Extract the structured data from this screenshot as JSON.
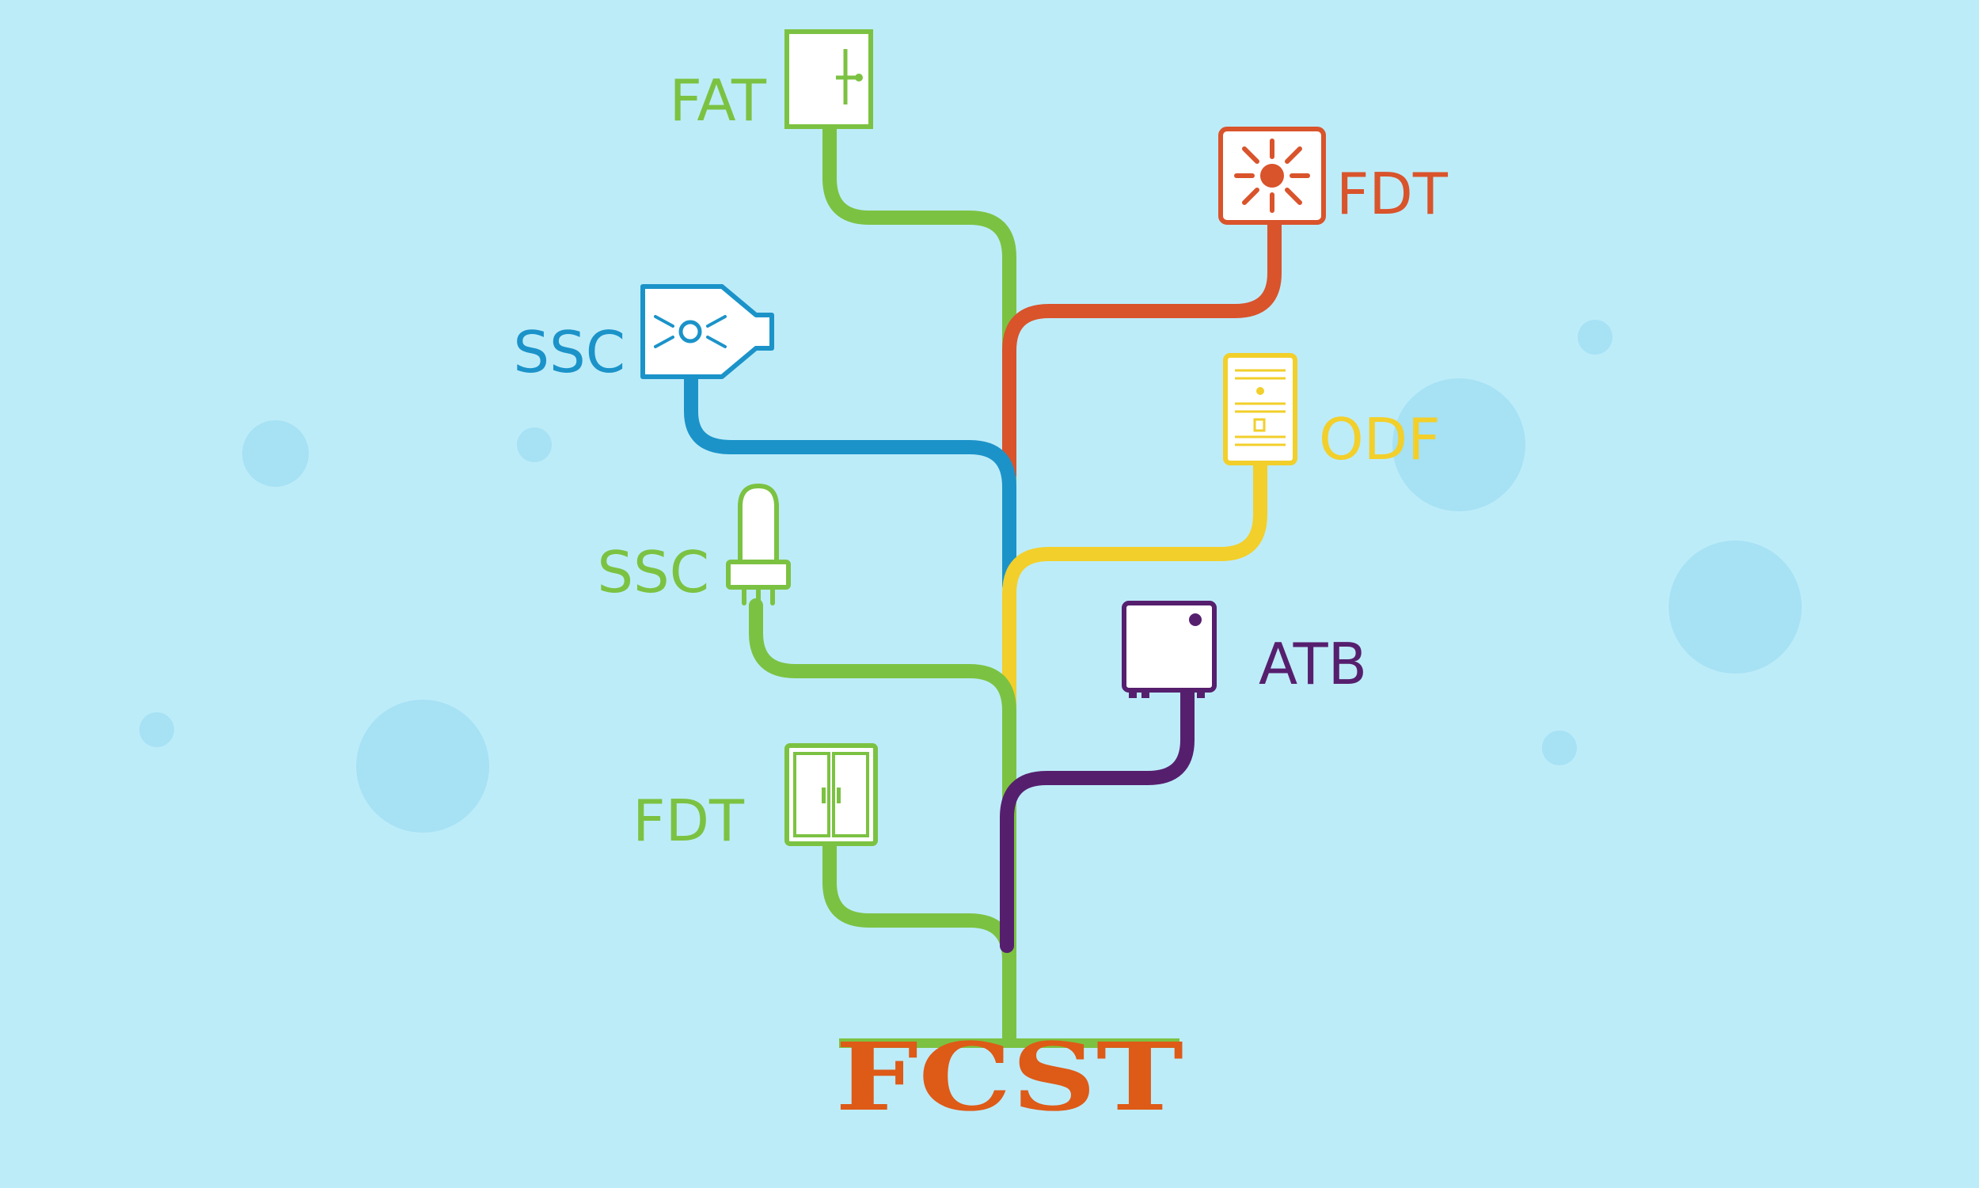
{
  "brand": {
    "text": "FCST",
    "color": "#de5a17"
  },
  "colors": {
    "background": "#bdecf9",
    "green": "#7cc242",
    "red": "#d9532b",
    "blue": "#1b93c9",
    "yellow": "#f2cf2a",
    "purple": "#561f6e",
    "bubble": "#a6e1f4"
  },
  "nodes": [
    {
      "id": "fat",
      "label": "FAT",
      "icon": "cabinet-door-icon",
      "color": "green"
    },
    {
      "id": "fdt-top",
      "label": "FDT",
      "icon": "splitter-burst-icon",
      "color": "red"
    },
    {
      "id": "ssc-box",
      "label": "SSC",
      "icon": "splice-closure-icon",
      "color": "blue"
    },
    {
      "id": "odf",
      "label": "ODF",
      "icon": "odf-rack-icon",
      "color": "yellow"
    },
    {
      "id": "ssc-dome",
      "label": "SSC",
      "icon": "dome-closure-icon",
      "color": "green"
    },
    {
      "id": "atb",
      "label": "ATB",
      "icon": "terminal-box-icon",
      "color": "purple"
    },
    {
      "id": "fdt-bottom",
      "label": "FDT",
      "icon": "double-door-cabinet-icon",
      "color": "green"
    }
  ]
}
